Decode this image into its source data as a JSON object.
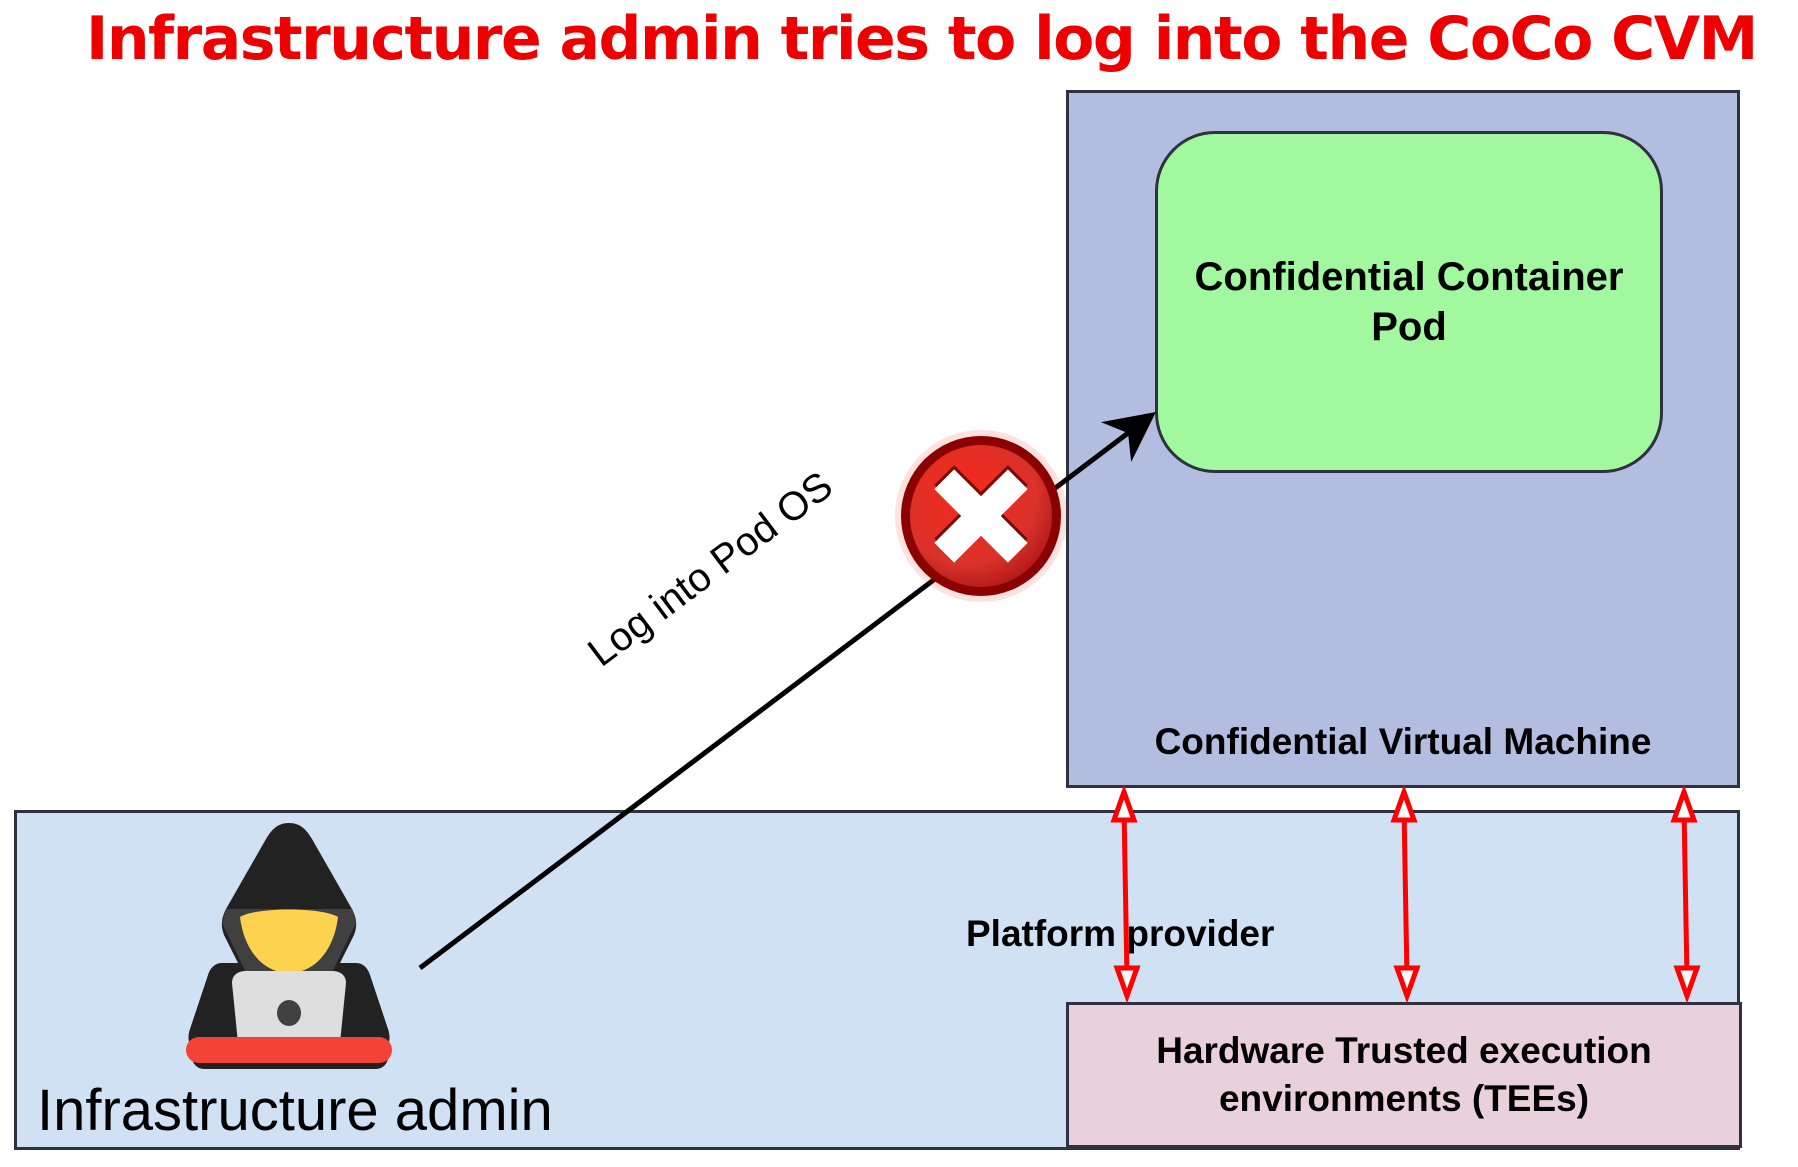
{
  "title": "Infrastructure admin tries to log into the CoCo CVM",
  "nodes": {
    "cvm": {
      "label": "Confidential Virtual Machine",
      "color": "#b2bde0"
    },
    "pod": {
      "label_line1": "Confidential Container",
      "label_line2": "Pod",
      "color": "#a1f89f"
    },
    "platform": {
      "label": "Platform provider",
      "color": "#cfe1f3"
    },
    "admin": {
      "label": "Infrastructure admin",
      "icon": "hacker-icon"
    },
    "tee": {
      "label_line1": "Hardware Trusted execution",
      "label_line2": "environments (TEEs)",
      "color": "#e9d1dc"
    }
  },
  "edges": {
    "login": {
      "label": "Log into Pod OS",
      "status": "blocked",
      "status_icon": "error-x-icon"
    },
    "tee_links": {
      "count": 3,
      "type": "bidirectional",
      "color": "#ff0000"
    }
  },
  "colors": {
    "title": "#ee0000",
    "blocked": "#e2231a"
  }
}
